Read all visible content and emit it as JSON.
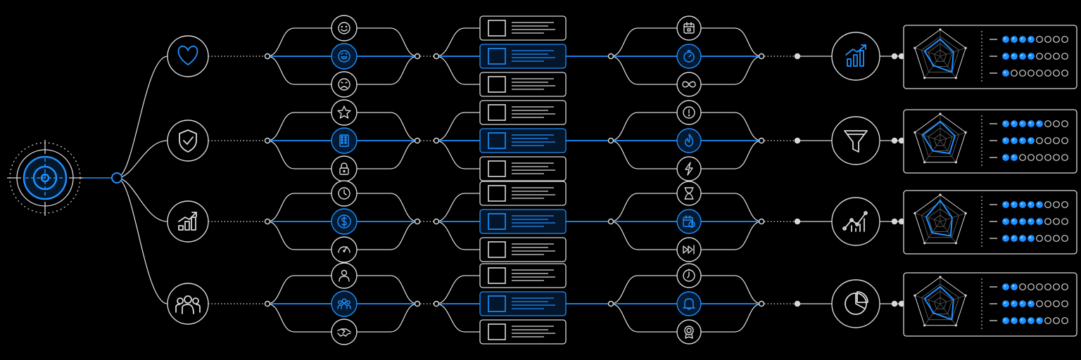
{
  "colors": {
    "background": "#000000",
    "line": "#d8d8d8",
    "accent": "#1e90ff",
    "accent_dim": "#0a3a6e",
    "dotted": "#bdbdbd"
  },
  "root": {
    "icon": "target-icon"
  },
  "rows": [
    {
      "category_icon": "heart-icon",
      "options": [
        "smile-icon",
        "happy-face-icon",
        "sad-face-icon"
      ],
      "selected_option": 1,
      "cards": 3,
      "selected_card": 1,
      "attributes": [
        "calendar-icon",
        "stopwatch-icon",
        "infinity-icon"
      ],
      "selected_attribute": 1,
      "outcome_icon": "growth-chart-icon",
      "ratings": [
        4,
        4,
        1
      ]
    },
    {
      "category_icon": "shield-check-icon",
      "options": [
        "star-icon",
        "building-icon",
        "lock-icon"
      ],
      "selected_option": 1,
      "cards": 3,
      "selected_card": 1,
      "attributes": [
        "alert-icon",
        "flame-icon",
        "lightning-icon"
      ],
      "selected_attribute": 1,
      "outcome_icon": "funnel-icon",
      "ratings": [
        5,
        4,
        2
      ]
    },
    {
      "category_icon": "bar-growth-icon",
      "options": [
        "clock-icon",
        "dollar-icon",
        "gauge-icon"
      ],
      "selected_option": 1,
      "cards": 3,
      "selected_card": 1,
      "attributes": [
        "hourglass-icon",
        "calendar-clock-icon",
        "fast-forward-icon"
      ],
      "selected_attribute": 1,
      "outcome_icon": "trend-scatter-icon",
      "ratings": [
        5,
        5,
        4
      ]
    },
    {
      "category_icon": "group-icon",
      "options": [
        "person-icon",
        "team-icon",
        "handshake-icon"
      ],
      "selected_option": 1,
      "cards": 3,
      "selected_card": 1,
      "attributes": [
        "timer-icon",
        "bell-icon",
        "award-icon"
      ],
      "selected_attribute": 1,
      "outcome_icon": "pie-chart-icon",
      "ratings": [
        2,
        4,
        5
      ]
    }
  ],
  "rating_max": 8
}
